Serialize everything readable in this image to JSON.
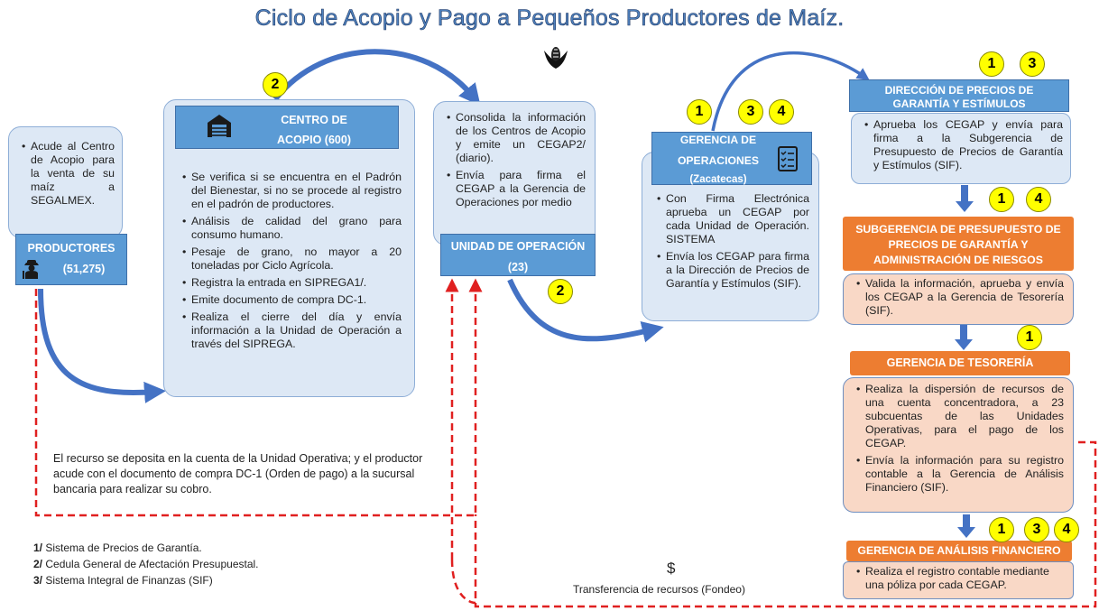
{
  "title": "Ciclo de Acopio y Pago a Pequeños Productores de Maíz.",
  "productores": {
    "text": "Acude al Centro de Acopio para la venta de su maíz a SEGALMEX.",
    "label": "PRODUCTORES",
    "count": "(51,275)"
  },
  "centro": {
    "label_line1": "CENTRO DE",
    "label_line2": "ACOPIO (600)",
    "badge": "2",
    "items": [
      "Se verifica si se encuentra en el Padrón del Bienestar, si no se procede al registro en el padrón de productores.",
      "Análisis de calidad del grano para consumo humano.",
      "Pesaje de grano, no mayor a 20 toneladas por Ciclo Agrícola.",
      "Registra la entrada en SIPREGA1/.",
      "Emite documento de compra DC-1.",
      "Realiza el cierre del día y envía información a la Unidad de Operación a través del SIPREGA."
    ]
  },
  "unidad": {
    "items": [
      "Consolida la información de los Centros de Acopio y emite un CEGAP2/ (diario).",
      "Envía para firma el CEGAP a la Gerencia de Operaciones por medio"
    ],
    "label": "UNIDAD DE OPERACIÓN",
    "count": "(23)",
    "badge": "2"
  },
  "gerencia_op": {
    "label_line1": "GERENCIA DE",
    "label_line2": "OPERACIONES",
    "sub": "(Zacatecas)",
    "badges": [
      "1",
      "3",
      "4"
    ],
    "items": [
      "Con Firma Electrónica aprueba un CEGAP por cada Unidad de Operación. SISTEMA",
      "Envía los CEGAP para firma a la Dirección de Precios de Garantía y Estímulos (SIF)."
    ]
  },
  "direccion": {
    "label": "DIRECCIÓN DE PRECIOS DE GARANTÍA Y ESTÍMULOS",
    "badges": [
      "1",
      "3"
    ],
    "items": [
      "Aprueba los CEGAP y envía para firma a la Subgerencia de Presupuesto de Precios de Garantía y Estímulos (SIF)."
    ]
  },
  "subgerencia": {
    "label": "SUBGERENCIA DE PRESUPUESTO DE PRECIOS DE GARANTÍA Y ADMINISTRACIÓN DE RIESGOS",
    "badges": [
      "1",
      "4"
    ],
    "items": [
      "Valida la información, aprueba y envía los CEGAP a la Gerencia de Tesorería (SIF)."
    ]
  },
  "tesoreria": {
    "label": "GERENCIA DE TESORERÍA",
    "badges": [
      "1"
    ],
    "items": [
      "Realiza la dispersión de recursos de una cuenta concentradora, a 23 subcuentas de las Unidades Operativas, para el pago de los CEGAP.",
      "Envía la información para su registro contable a la Gerencia de Análisis Financiero (SIF)."
    ]
  },
  "analisis": {
    "label": "GERENCIA DE ANÁLISIS FINANCIERO",
    "badges": [
      "1",
      "3",
      "4"
    ],
    "items": [
      "Realiza el registro contable mediante una póliza por cada CEGAP."
    ]
  },
  "recurso_text": "El recurso se deposita en la cuenta de la Unidad Operativa; y el productor acude con el documento de compra DC-1 (Orden de pago) a la sucursal bancaria para realizar su cobro.",
  "footnotes": [
    {
      "num": "1/",
      "text": " Sistema de Precios de Garantía."
    },
    {
      "num": "2/",
      "text": " Cedula General de Afectación Presupuestal."
    },
    {
      "num": "3/",
      "text": " Sistema Integral de Finanzas (SIF)"
    }
  ],
  "dollar": "$",
  "transfer_text": "Transferencia de recursos (Fondeo)",
  "colors": {
    "card_fill": "#dde8f5",
    "header_blue": "#5b9bd5",
    "header_orange": "#ed7d31",
    "peach_fill": "#f9d8c6",
    "badge_yellow": "#ffff00",
    "dashed_red": "#e02020",
    "arrow_blue": "#4472c4"
  },
  "icons": [
    "corn-icon",
    "warehouse-icon",
    "farmer-icon",
    "checklist-icon"
  ]
}
